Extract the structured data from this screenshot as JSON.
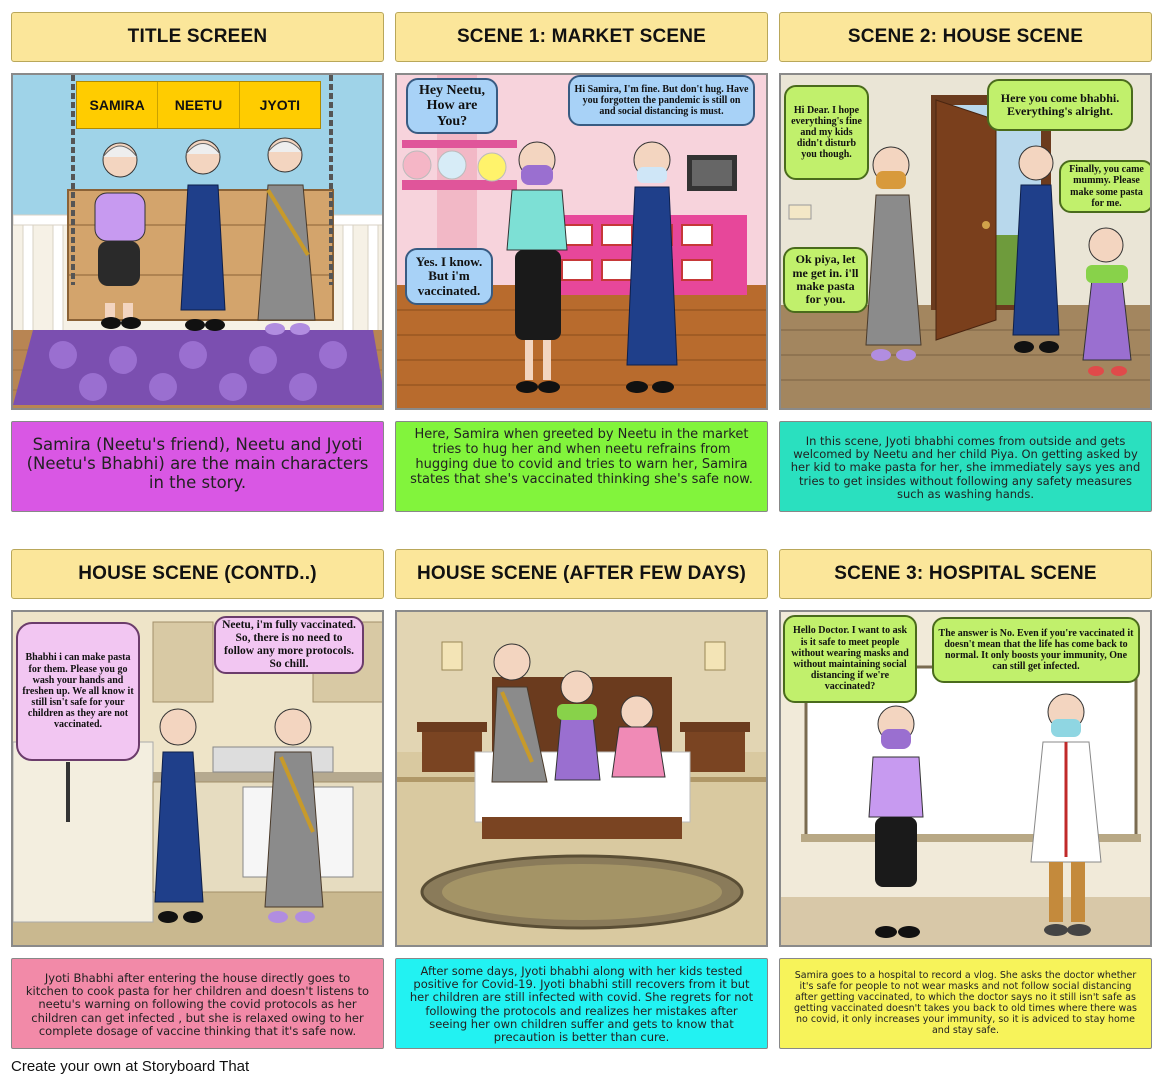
{
  "titles": [
    "TITLE SCREEN",
    "SCENE 1: MARKET SCENE",
    "SCENE 2: HOUSE SCENE",
    "HOUSE SCENE (CONTD..)",
    "HOUSE SCENE (AFTER FEW DAYS)",
    "SCENE 3: HOSPITAL SCENE"
  ],
  "characters": [
    "SAMIRA",
    "NEETU",
    "JYOTI"
  ],
  "bubbles": {
    "market_neetu": "Hey Neetu, How are You?",
    "market_samira": "Hi Samira, I'm fine. But don't hug. Have you forgotten the pandemic is still on and social distancing is must.",
    "market_reply": "Yes. I know. But i'm vaccinated.",
    "house_neetu": "Hi Dear. I hope everything's fine and my kids didn't disturb you though.",
    "house_kid_greet": "Here you come bhabhi. Everything's alright.",
    "house_kid": "Finally, you came mummy. Please make some pasta for me.",
    "house_jyoti": "Ok piya, let me get in. i'll make pasta for you.",
    "contd_neetu": "Bhabhi i can make pasta for them. Please you go wash your hands and freshen up. We all know it still isn't safe for your children as they are not vaccinated.",
    "contd_jyoti": "Neetu, i'm fully vaccinated. So, there is no need to follow any more protocols. So chill.",
    "hospital_samira": "Hello Doctor. I want to ask is it safe to meet people without wearing masks and without maintaining social distancing if we're vaccinated?",
    "hospital_doctor": "The answer is No. Even if you're vaccinated it doesn't mean that the life has come back to normal. It only boosts your immunity, One can still get infected."
  },
  "descriptions": [
    "Samira (Neetu's friend), Neetu and Jyoti (Neetu's Bhabhi) are the main characters in the story.",
    "Here, Samira when greeted by Neetu in the market tries to hug her and when neetu refrains from hugging due to covid and tries to warn her, Samira states that she's vaccinated  thinking she's safe now.",
    "In this scene, Jyoti bhabhi comes from outside and gets welcomed by Neetu and her child Piya. On getting asked by her kid to make pasta for her, she immediately says yes and tries to get insides without following any safety measures such as washing hands.",
    "Jyoti Bhabhi after entering the house directly goes to kitchen to cook pasta for her children and doesn't listens to neetu's warning on following the covid protocols as her children can get infected , but she is relaxed owing to her complete dosage of  vaccine thinking that it's safe now.",
    "After some days, Jyoti bhabhi along with her kids tested positive for Covid-19.  Jyoti bhabhi still recovers from it but her children are still infected with covid. She regrets for not following the protocols and realizes her mistakes after seeing her own children suffer and gets to know that precaution is better than cure.",
    "Samira goes to a hospital to record a vlog. She asks the doctor whether it's safe for people to not wear masks and not follow social distancing after getting vaccinated, to which the doctor says no it still isn't safe as getting vaccinated doesn't takes you back to old times where there was no covid, it only increases your immunity, so it is adviced to stay home and stay safe."
  ],
  "footer": "Create your own at Storyboard That",
  "colors": {
    "title_bg": "#fbe69a",
    "desc1": "#d957e4",
    "desc2": "#82f43c",
    "desc3": "#2ae0bf",
    "desc4": "#f28aa8",
    "desc5": "#22f2f2",
    "desc6": "#f7f35a"
  }
}
